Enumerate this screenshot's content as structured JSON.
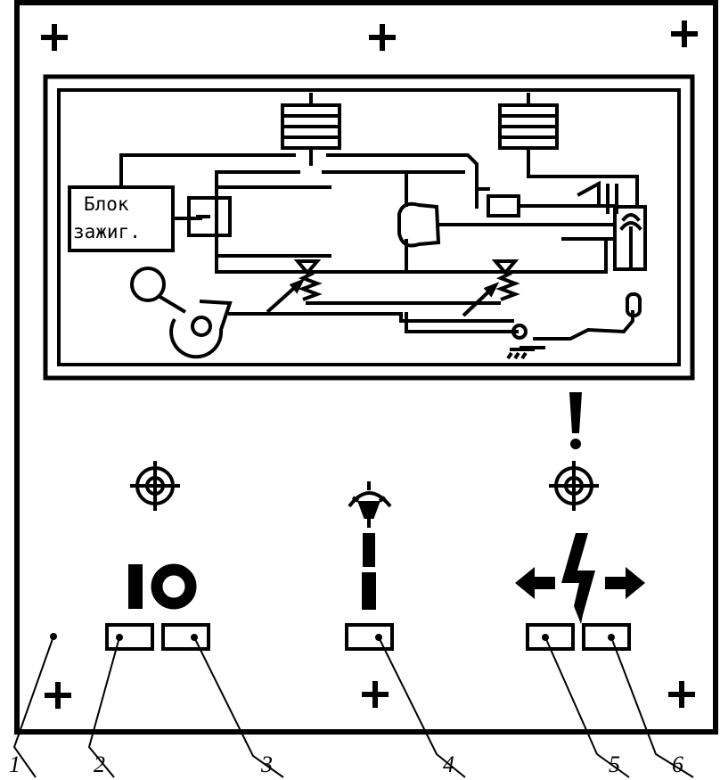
{
  "panel": {
    "ignition_block_label_line1": "Блок",
    "ignition_block_label_line2": "зажиг.",
    "warning_symbol": "!",
    "ready_symbol": "IO"
  },
  "callouts": [
    "1",
    "2",
    "3",
    "4",
    "5",
    "6"
  ],
  "colors": {
    "ink": "#000000",
    "paper": "#ffffff"
  }
}
